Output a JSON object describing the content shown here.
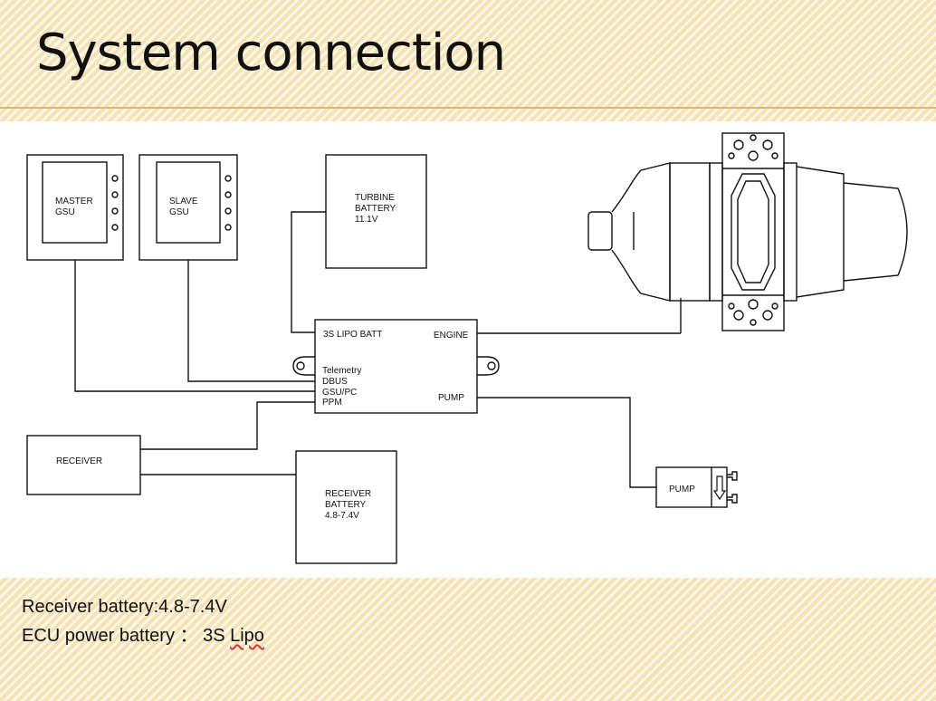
{
  "slide": {
    "title": "System connection",
    "notes": {
      "line1": "Receiver battery:4.8-7.4V",
      "line2_prefix": "ECU power battery ： 3S ",
      "line2_word": "Lipo"
    }
  },
  "diagram": {
    "master_gsu": [
      "MASTER",
      "GSU"
    ],
    "slave_gsu": [
      "SLAVE",
      "GSU"
    ],
    "turbine_battery": [
      "TURBINE",
      "BATTERY",
      "11.1V"
    ],
    "ecu": {
      "batt_port": "3S LIPO BATT",
      "engine_port": "ENGINE",
      "pump_port": "PUMP",
      "left_ports": [
        "Telemetry",
        "DBUS",
        "GSU/PC",
        "PPM"
      ]
    },
    "receiver": "RECEIVER",
    "receiver_battery": [
      "RECEIVER",
      "BATTERY",
      "4.8-7.4V"
    ],
    "pump": "PUMP",
    "icons": {
      "engine": "turbine-engine-icon",
      "pump_arrow": "down-arrow-icon"
    }
  },
  "colors": {
    "band": "#fbedc9",
    "rule": "#e0b766",
    "line": "#111111"
  }
}
